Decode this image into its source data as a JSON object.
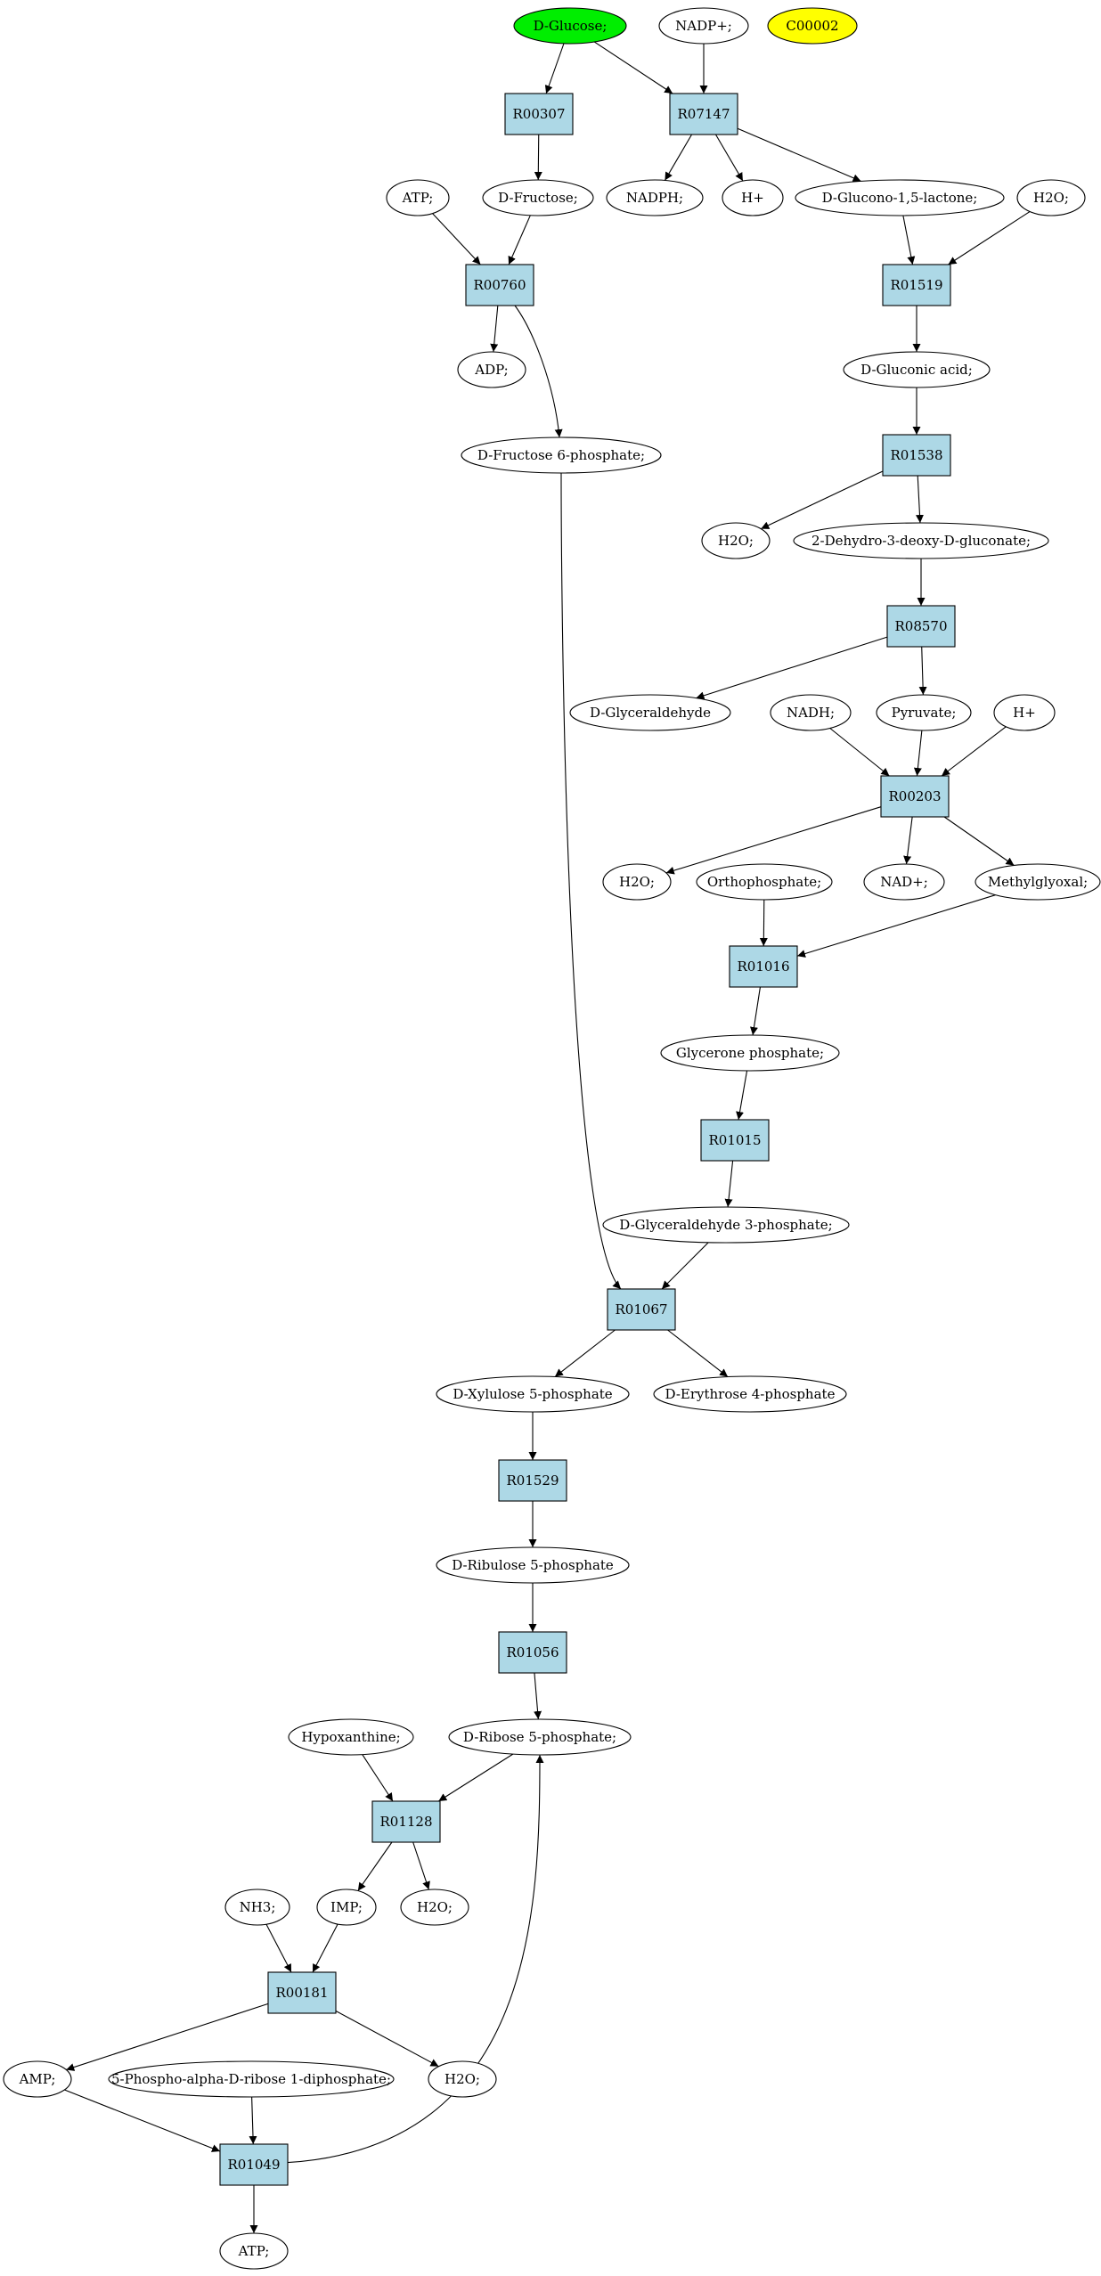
{
  "colors": {
    "reaction_fill": "#add8e6",
    "compound_fill": "#ffffff",
    "start_fill": "#00ee00",
    "highlight_fill": "#ffff00",
    "stroke": "#000000"
  },
  "nodes": {
    "c_glucose": {
      "label": "D-Glucose;",
      "kind": "compound",
      "fill": "start"
    },
    "c_nadp": {
      "label": "NADP+;",
      "kind": "compound"
    },
    "c_c00002": {
      "label": "C00002",
      "kind": "compound",
      "fill": "highlight"
    },
    "r_R00307": {
      "label": "R00307",
      "kind": "reaction"
    },
    "r_R07147": {
      "label": "R07147",
      "kind": "reaction"
    },
    "c_atp1": {
      "label": "ATP;",
      "kind": "compound"
    },
    "c_fructose": {
      "label": "D-Fructose;",
      "kind": "compound"
    },
    "c_nadph": {
      "label": "NADPH;",
      "kind": "compound"
    },
    "c_hplus1": {
      "label": "H+",
      "kind": "compound"
    },
    "c_gluconolact": {
      "label": "D-Glucono-1,5-lactone;",
      "kind": "compound"
    },
    "c_h2o1": {
      "label": "H2O;",
      "kind": "compound"
    },
    "r_R00760": {
      "label": "R00760",
      "kind": "reaction"
    },
    "r_R01519": {
      "label": "R01519",
      "kind": "reaction"
    },
    "c_adp": {
      "label": "ADP;",
      "kind": "compound"
    },
    "c_gluconic": {
      "label": "D-Gluconic acid;",
      "kind": "compound"
    },
    "c_f6p": {
      "label": "D-Fructose 6-phosphate;",
      "kind": "compound"
    },
    "r_R01538": {
      "label": "R01538",
      "kind": "reaction"
    },
    "c_h2o2": {
      "label": "H2O;",
      "kind": "compound"
    },
    "c_dehydro": {
      "label": "2-Dehydro-3-deoxy-D-gluconate;",
      "kind": "compound"
    },
    "r_R08570": {
      "label": "R08570",
      "kind": "reaction"
    },
    "c_glyceraldehyde": {
      "label": "D-Glyceraldehyde",
      "kind": "compound"
    },
    "c_nadh": {
      "label": "NADH;",
      "kind": "compound"
    },
    "c_pyruvate": {
      "label": "Pyruvate;",
      "kind": "compound"
    },
    "c_hplus2": {
      "label": "H+",
      "kind": "compound"
    },
    "r_R00203": {
      "label": "R00203",
      "kind": "reaction"
    },
    "c_h2o3": {
      "label": "H2O;",
      "kind": "compound"
    },
    "c_orthophos": {
      "label": "Orthophosphate;",
      "kind": "compound"
    },
    "c_nad": {
      "label": "NAD+;",
      "kind": "compound"
    },
    "c_methylglyoxal": {
      "label": "Methylglyoxal;",
      "kind": "compound"
    },
    "r_R01016": {
      "label": "R01016",
      "kind": "reaction"
    },
    "c_glycerone": {
      "label": "Glycerone phosphate;",
      "kind": "compound"
    },
    "r_R01015": {
      "label": "R01015",
      "kind": "reaction"
    },
    "c_g3p": {
      "label": "D-Glyceraldehyde 3-phosphate;",
      "kind": "compound"
    },
    "r_R01067": {
      "label": "R01067",
      "kind": "reaction"
    },
    "c_xylulose": {
      "label": "D-Xylulose 5-phosphate",
      "kind": "compound"
    },
    "c_erythrose": {
      "label": "D-Erythrose 4-phosphate",
      "kind": "compound"
    },
    "r_R01529": {
      "label": "R01529",
      "kind": "reaction"
    },
    "c_ribulose": {
      "label": "D-Ribulose 5-phosphate",
      "kind": "compound"
    },
    "r_R01056": {
      "label": "R01056",
      "kind": "reaction"
    },
    "c_hypoxanthine": {
      "label": "Hypoxanthine;",
      "kind": "compound"
    },
    "c_ribose5p": {
      "label": "D-Ribose 5-phosphate;",
      "kind": "compound"
    },
    "r_R01128": {
      "label": "R01128",
      "kind": "reaction"
    },
    "c_nh3": {
      "label": "NH3;",
      "kind": "compound"
    },
    "c_imp": {
      "label": "IMP;",
      "kind": "compound"
    },
    "c_h2o4": {
      "label": "H2O;",
      "kind": "compound"
    },
    "r_R00181": {
      "label": "R00181",
      "kind": "reaction"
    },
    "c_amp": {
      "label": "AMP;",
      "kind": "compound"
    },
    "c_prpp": {
      "label": "5-Phospho-alpha-D-ribose 1-diphosphate;",
      "kind": "compound"
    },
    "c_h2o5": {
      "label": "H2O;",
      "kind": "compound"
    },
    "r_R01049": {
      "label": "R01049",
      "kind": "reaction"
    },
    "c_atp2": {
      "label": "ATP;",
      "kind": "compound"
    }
  },
  "edges": [
    [
      "c_glucose",
      "r_R00307"
    ],
    [
      "c_glucose",
      "r_R07147"
    ],
    [
      "c_nadp",
      "r_R07147"
    ],
    [
      "r_R00307",
      "c_fructose"
    ],
    [
      "r_R07147",
      "c_nadph"
    ],
    [
      "r_R07147",
      "c_hplus1"
    ],
    [
      "r_R07147",
      "c_gluconolact"
    ],
    [
      "c_atp1",
      "r_R00760"
    ],
    [
      "c_fructose",
      "r_R00760"
    ],
    [
      "r_R00760",
      "c_adp"
    ],
    [
      "r_R00760",
      "c_f6p"
    ],
    [
      "c_gluconolact",
      "r_R01519"
    ],
    [
      "c_h2o1",
      "r_R01519"
    ],
    [
      "r_R01519",
      "c_gluconic"
    ],
    [
      "c_gluconic",
      "r_R01538"
    ],
    [
      "r_R01538",
      "c_h2o2"
    ],
    [
      "r_R01538",
      "c_dehydro"
    ],
    [
      "c_dehydro",
      "r_R08570"
    ],
    [
      "r_R08570",
      "c_glyceraldehyde"
    ],
    [
      "r_R08570",
      "c_pyruvate"
    ],
    [
      "c_nadh",
      "r_R00203"
    ],
    [
      "c_pyruvate",
      "r_R00203"
    ],
    [
      "c_hplus2",
      "r_R00203"
    ],
    [
      "r_R00203",
      "c_h2o3"
    ],
    [
      "r_R00203",
      "c_nad"
    ],
    [
      "r_R00203",
      "c_methylglyoxal"
    ],
    [
      "c_orthophos",
      "r_R01016"
    ],
    [
      "c_methylglyoxal",
      "r_R01016"
    ],
    [
      "r_R01016",
      "c_glycerone"
    ],
    [
      "c_glycerone",
      "r_R01015"
    ],
    [
      "r_R01015",
      "c_g3p"
    ],
    [
      "c_f6p",
      "r_R01067"
    ],
    [
      "c_g3p",
      "r_R01067"
    ],
    [
      "r_R01067",
      "c_xylulose"
    ],
    [
      "r_R01067",
      "c_erythrose"
    ],
    [
      "c_xylulose",
      "r_R01529"
    ],
    [
      "r_R01529",
      "c_ribulose"
    ],
    [
      "c_ribulose",
      "r_R01056"
    ],
    [
      "r_R01056",
      "c_ribose5p"
    ],
    [
      "c_hypoxanthine",
      "r_R01128"
    ],
    [
      "c_ribose5p",
      "r_R01128"
    ],
    [
      "r_R01128",
      "c_imp"
    ],
    [
      "r_R01128",
      "c_h2o4"
    ],
    [
      "c_nh3",
      "r_R00181"
    ],
    [
      "c_imp",
      "r_R00181"
    ],
    [
      "r_R00181",
      "c_amp"
    ],
    [
      "r_R00181",
      "c_h2o5"
    ],
    [
      "c_amp",
      "r_R01049"
    ],
    [
      "c_prpp",
      "r_R01049"
    ],
    [
      "r_R01049",
      "c_atp2"
    ],
    [
      "r_R01049",
      "c_ribose5p"
    ]
  ]
}
